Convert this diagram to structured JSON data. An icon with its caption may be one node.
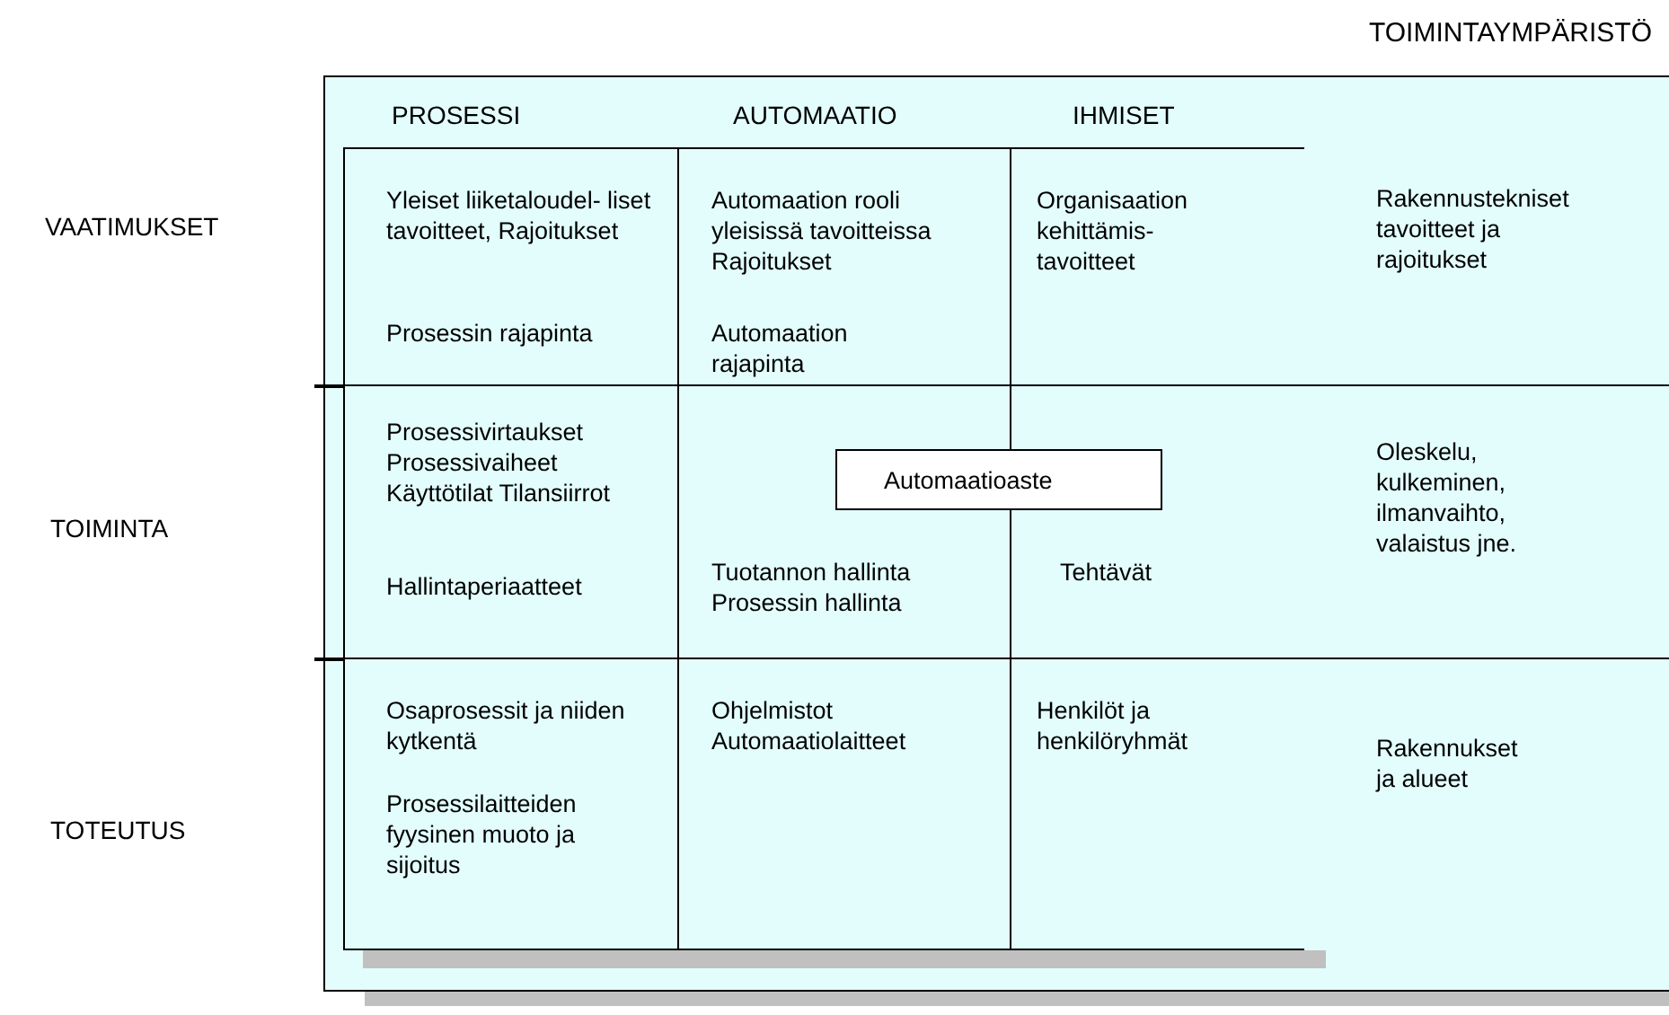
{
  "diagram": {
    "nodes": [
      {
        "text": [
          "TOIMINTAYMPÄRISTÖ"
        ]
      },
      {
        "text": [
          "Yleiset liiketaloudel- liset tavoitteet, Rajoitukset",
          "Prosessin rajapinta"
        ],
        "in": 0
      },
      {
        "text": [
          "Automaation rooli yleisissä tavoitteissa Rajoitukset",
          "Automaation rajapinta"
        ],
        "in": 0
      },
      {
        "text": [
          "Organisaation kehittämis- tavoitteet"
        ],
        "in": 0
      },
      {
        "text": [
          "Rakennustekniset tavoitteet ja rajoitukset"
        ],
        "in": 0
      },
      {
        "text": [
          "Prosessivirtaukset Prosessivaiheet Käyttötilat Tilansiirrot",
          "Hallintaperiaatteet"
        ],
        "in": 0
      },
      {
        "text": [
          "Tuotannon hallinta Prosessin hallinta"
        ],
        "in": 0
      },
      {
        "text": [
          "Tehtävät"
        ],
        "in": 0
      },
      {
        "text": [
          "Oleskelu, kulkeminen, ilmanvaihto, valaistus jne."
        ],
        "in": 0
      },
      {
        "text": [
          "Automaatioaste"
        ],
        "in": 0
      },
      {
        "text": [
          "Osaprosessit ja niiden kytkentä",
          "Prosessilaitteiden fyysinen muoto ja sijoitus"
        ],
        "in": 0
      },
      {
        "text": [
          "Ohjelmistot Automaatiolaitteet"
        ],
        "in": 0
      },
      {
        "text": [
          "Henkilöt ja henkilöryhmät"
        ],
        "in": 0
      },
      {
        "text": [
          "Rakennukset ja alueet"
        ],
        "in": 0
      }
    ],
    "labels": [
      "PROSESSI",
      "AUTOMAATIO",
      "IHMISET",
      "VAATIMUKSET",
      "TOIMINTA",
      "TOTEUTUS"
    ]
  }
}
